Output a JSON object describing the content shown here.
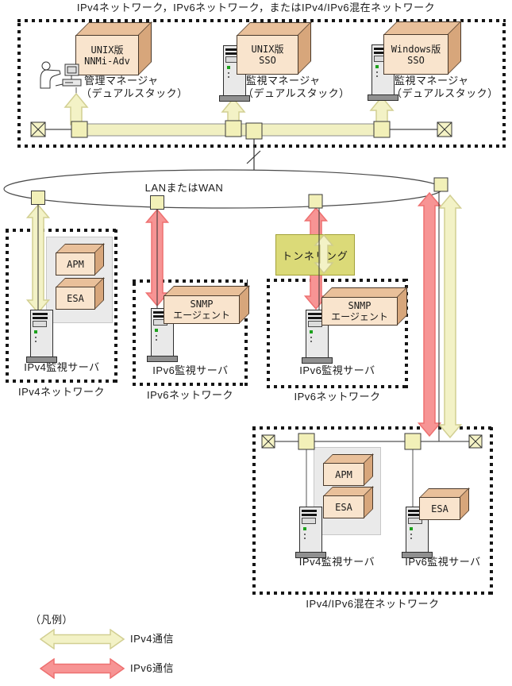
{
  "title": "IPv4ネットワーク，IPv6ネットワーク，またはIPv4/IPv6混在ネットワーク",
  "wan_label": "LANまたはWAN",
  "tunneling_label": "トンネリング",
  "managers": {
    "m1": {
      "product1": "UNIX版",
      "product2": "NNMi-Adv",
      "role": "管理マネージャ",
      "stack": "（デュアルスタック）"
    },
    "m2": {
      "product1": "UNIX版",
      "product2": "SSO",
      "role": "監視マネージャ",
      "stack": "（デュアルスタック）"
    },
    "m3": {
      "product1": "Windows版",
      "product2": "SSO",
      "role": "監視マネージャ",
      "stack": "（デュアルスタック）"
    }
  },
  "net_ipv4": {
    "name": "IPv4ネットワーク",
    "server": "IPv4監視サーバ",
    "apm": "APM",
    "esa": "ESA"
  },
  "net_ipv6a": {
    "name": "IPv6ネットワーク",
    "server": "IPv6監視サーバ",
    "agent1": "SNMP",
    "agent2": "エージェント"
  },
  "net_ipv6b": {
    "name": "IPv6ネットワーク",
    "server": "IPv6監視サーバ",
    "agent1": "SNMP",
    "agent2": "エージェント"
  },
  "net_mixed": {
    "name": "IPv4/IPv6混在ネットワーク",
    "server_v4": "IPv4監視サーバ",
    "server_v6": "IPv6監視サーバ",
    "apm": "APM",
    "esa1": "ESA",
    "esa2": "ESA"
  },
  "legend": {
    "title": "（凡例）",
    "ipv4": "IPv4通信",
    "ipv6": "IPv6通信"
  },
  "icons": {
    "operator": "operator-at-terminal-icon",
    "server": "server-tower-icon",
    "connector": "network-tap-square",
    "terminator": "bus-terminator-x"
  },
  "colors": {
    "ipv4_comm_arrow": "#f3f2c6",
    "ipv6_comm_arrow": "#f79494",
    "box_front": "#f9e4cd",
    "tunnel_bg": "#dbda78",
    "bus_band": "#f1f0c2"
  }
}
